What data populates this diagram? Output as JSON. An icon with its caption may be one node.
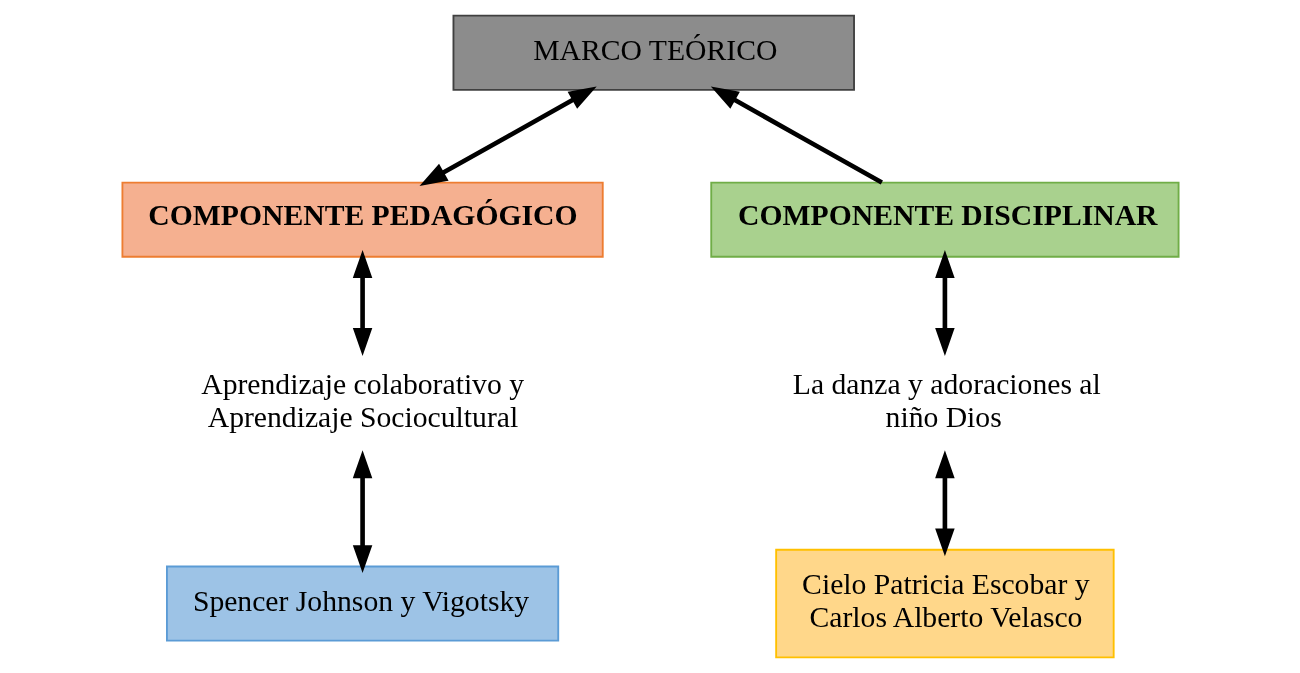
{
  "diagram": {
    "nodes": [
      {
        "text": [
          "MARCO TEÓRICO"
        ]
      },
      {
        "text": [
          "COMPONENTE PEDAGÓGICO"
        ]
      },
      {
        "text": [
          "COMPONENTE DISCIPLINAR"
        ]
      },
      {
        "text": [
          "Aprendizaje colaborativo y Aprendizaje Sociocultural"
        ]
      },
      {
        "text": [
          "Spencer Johnson y Vigotsky"
        ]
      },
      {
        "text": [
          "La danza y adoraciones al niño Dios"
        ]
      },
      {
        "text": [
          "Cielo Patricia Escobar y Carlos Alberto Velasco"
        ]
      }
    ],
    "edges": [
      {
        "from": 0,
        "to": 1,
        "arrow": "both"
      },
      {
        "from": 2,
        "to": 0,
        "arrow": "to"
      },
      {
        "from": 1,
        "to": 3,
        "arrow": "both"
      },
      {
        "from": 3,
        "to": 4,
        "arrow": "both"
      },
      {
        "from": 2,
        "to": 5,
        "arrow": "both"
      },
      {
        "from": 5,
        "to": 6,
        "arrow": "both"
      }
    ]
  }
}
